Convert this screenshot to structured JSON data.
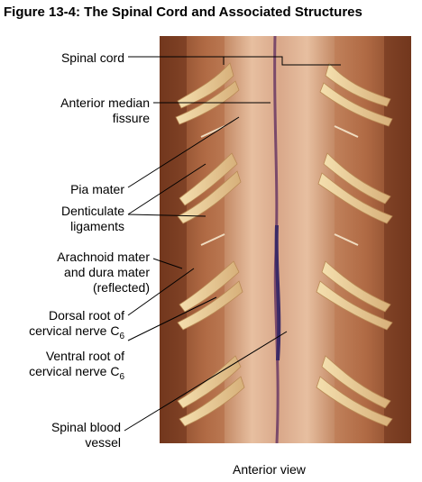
{
  "title": "Figure 13-4: The Spinal Cord and Associated Structures",
  "labels": {
    "spinal_cord": "Spinal cord",
    "anterior_median_1": "Anterior median",
    "anterior_median_2": "fissure",
    "pia_mater": "Pia mater",
    "denticulate_1": "Denticulate",
    "denticulate_2": "ligaments",
    "arachnoid_1": "Arachnoid mater",
    "arachnoid_2": "and dura mater",
    "arachnoid_3": "(reflected)",
    "dorsal_1": "Dorsal root of",
    "dorsal_2": "cervical nerve C",
    "dorsal_sub": "6",
    "ventral_1": "Ventral root of",
    "ventral_2": "cervical nerve C",
    "ventral_sub": "6",
    "blood_1": "Spinal blood",
    "blood_2": "vessel"
  },
  "caption": "Anterior view",
  "colors": {
    "nerve": "#e9cf9a",
    "tissue": "#c98e67",
    "vessel": "#3b2a66"
  }
}
